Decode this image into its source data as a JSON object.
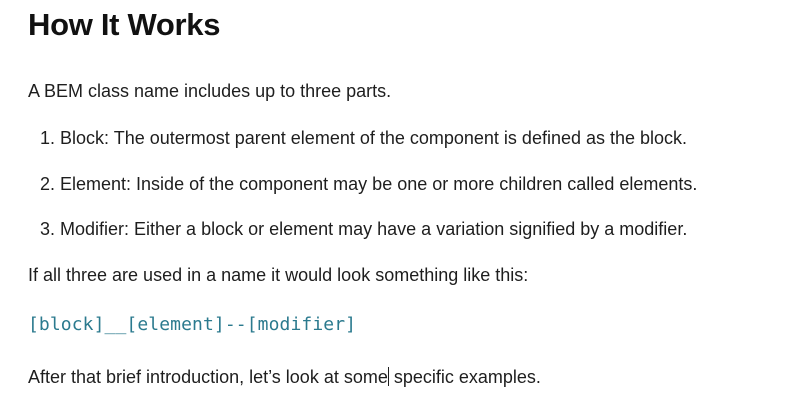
{
  "article": {
    "heading": "How It Works",
    "intro": "A BEM class name includes up to three parts.",
    "steps": [
      {
        "number": "1.",
        "text": "Block: The outermost parent element of the component is defined as the block."
      },
      {
        "number": "2.",
        "text": "Element: Inside of the component may be one or more children called elements."
      },
      {
        "number": "3.",
        "text": "Modifier: Either a block or element may have a variation signified by a modifier."
      }
    ],
    "after_list": "If all three are used in a name it would look something like this:",
    "code_sample": "[block]__[element]--[modifier]",
    "closing_before_cursor": "After that brief introduction, let’s look at some",
    "closing_after_cursor": " specific examples."
  },
  "colors": {
    "text": "#1e1e1e",
    "heading": "#111111",
    "code": "#2b7a8e",
    "background": "#ffffff"
  }
}
